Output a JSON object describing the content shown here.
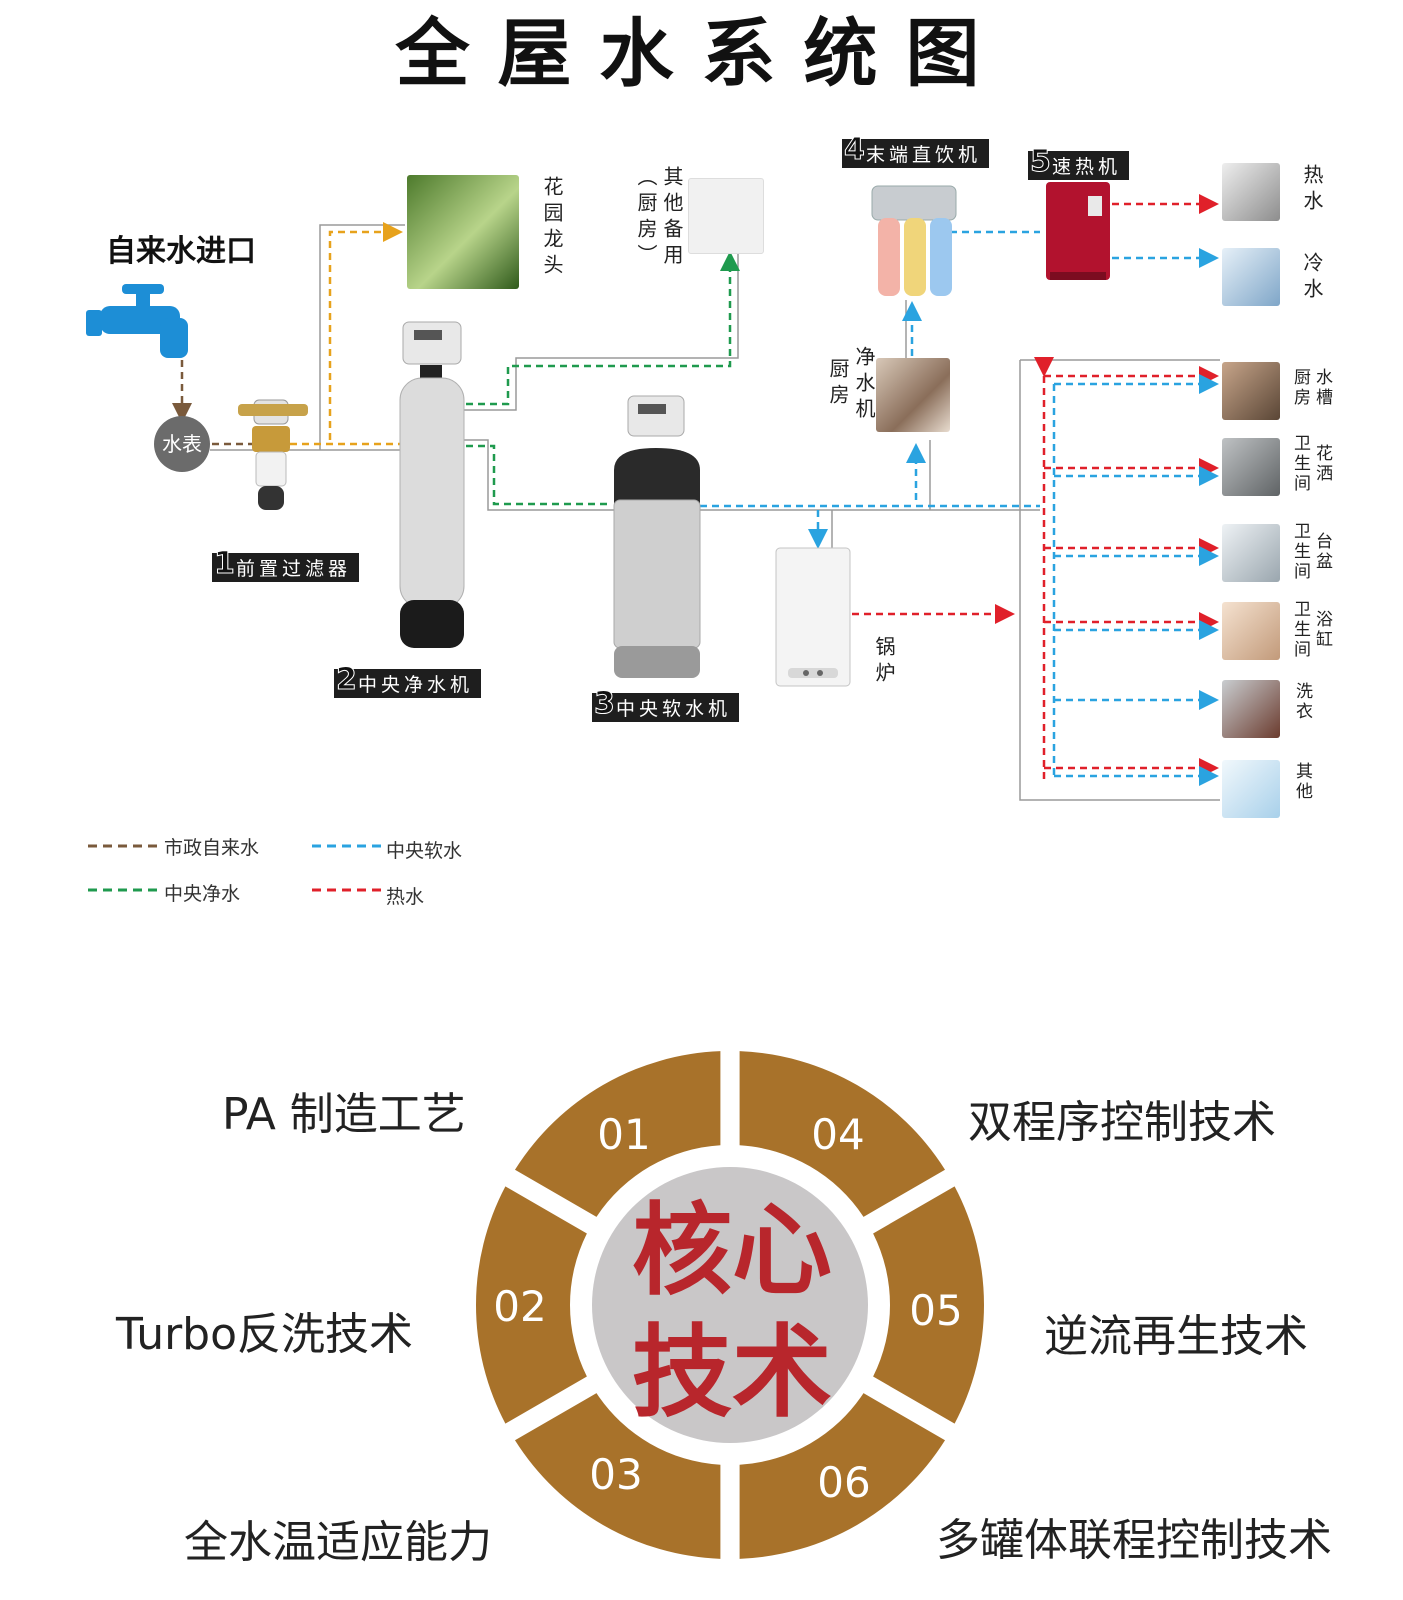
{
  "title": "全屋水系统图",
  "inlet": {
    "label": "自来水进口",
    "meter": "水表"
  },
  "devices": {
    "pre_filter": {
      "num": "1",
      "label": "前置过滤器"
    },
    "central_purifier": {
      "num": "2",
      "label": "中央净水机"
    },
    "central_softener": {
      "num": "3",
      "label": "中央软水机"
    },
    "terminal_drinker": {
      "num": "4",
      "label": "末端直饮机"
    },
    "instant_heater": {
      "num": "5",
      "label": "速热机"
    },
    "boiler": {
      "label": "锅炉"
    },
    "kitchen_purifier": {
      "label_a": "净水机",
      "label_b": "厨房"
    }
  },
  "outlets": {
    "garden": "花园龙头",
    "backup_a": "其他备用",
    "backup_b": "（厨房）",
    "hot": "热水",
    "cold": "冷水",
    "kitchen_sink": {
      "a": "厨房",
      "b": "水槽"
    },
    "shower": {
      "a": "卫生间",
      "b": "花洒"
    },
    "basin": {
      "a": "卫生间",
      "b": "台盆"
    },
    "bathtub": {
      "a": "卫生间",
      "b": "浴缸"
    },
    "laundry": "洗衣",
    "other": "其他"
  },
  "legend": [
    {
      "label": "市政自来水",
      "color": "#7a5a3c"
    },
    {
      "label": "中央软水",
      "color": "#2aa3e0"
    },
    {
      "label": "中央净水",
      "color": "#1f9a4e"
    },
    {
      "label": "热水",
      "color": "#e0202a"
    }
  ],
  "colors": {
    "municipal": "#7a5a3c",
    "soft": "#2aa3e0",
    "pure": "#1f9a4e",
    "hot": "#e0202a",
    "garden": "#e7a21c",
    "ring": "#a8722a",
    "core_bg": "#c9c7c8",
    "core_text": "#b8262c"
  },
  "core": {
    "line1": "核心",
    "line2": "技术"
  },
  "segments": [
    "01",
    "02",
    "03",
    "04",
    "05",
    "06"
  ],
  "features": {
    "f01": "PA 制造工艺",
    "f02": "Turbo反洗技术",
    "f03": "全水温适应能力",
    "f04": "双程序控制技术",
    "f05": "逆流再生技术",
    "f06": "多罐体联程控制技术"
  }
}
